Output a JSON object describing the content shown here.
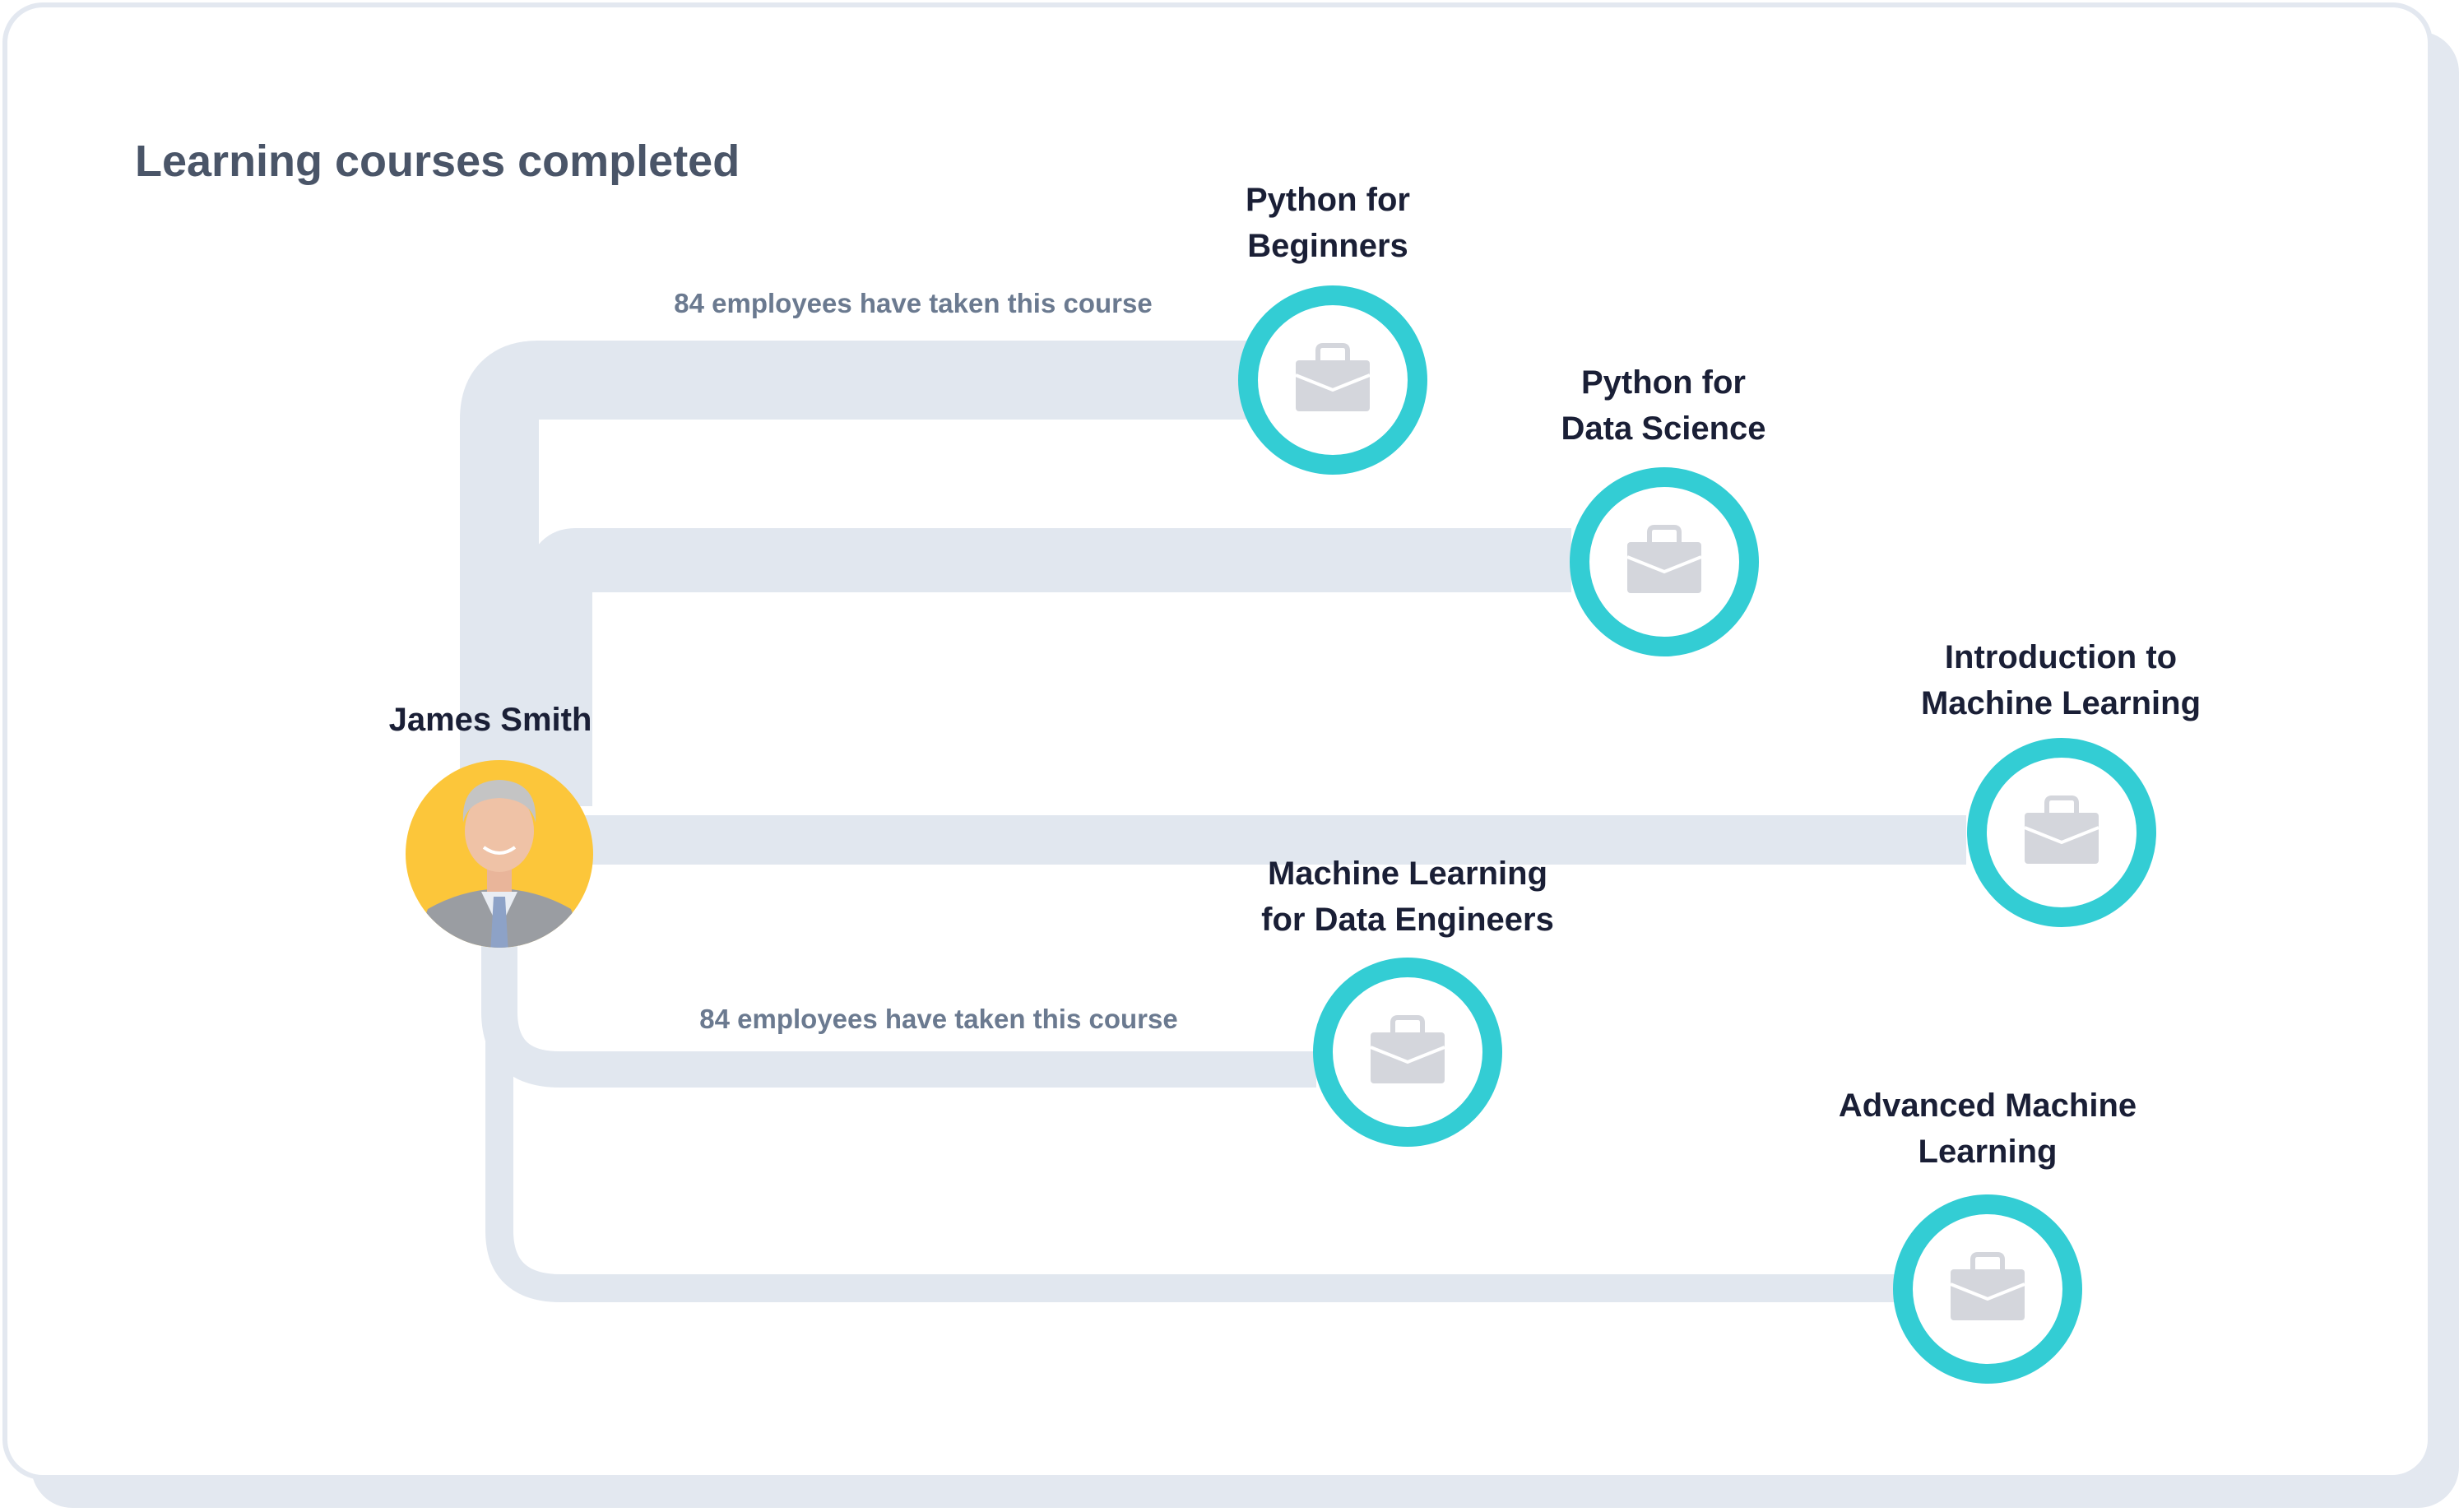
{
  "title": "Learning courses completed",
  "person": {
    "name": "James Smith",
    "avatar_bg": "#fcc63a"
  },
  "colors": {
    "path": "#e1e7ef",
    "ring": "#33cdd4",
    "icon": "#d4d6dc",
    "card_border": "#e3e8f0",
    "card_shadow": "#e3e8f0"
  },
  "icon_name": "briefcase-icon",
  "courses": [
    {
      "line1": "Python for",
      "line2": "Beginners",
      "note": "84 employees have taken this course"
    },
    {
      "line1": "Python for",
      "line2": "Data Science",
      "note": ""
    },
    {
      "line1": "Introduction to",
      "line2": "Machine Learning",
      "note": ""
    },
    {
      "line1": "Machine Learning",
      "line2": "for Data Engineers",
      "note": "84 employees have taken this course"
    },
    {
      "line1": "Advanced Machine",
      "line2": "Learning",
      "note": ""
    }
  ]
}
